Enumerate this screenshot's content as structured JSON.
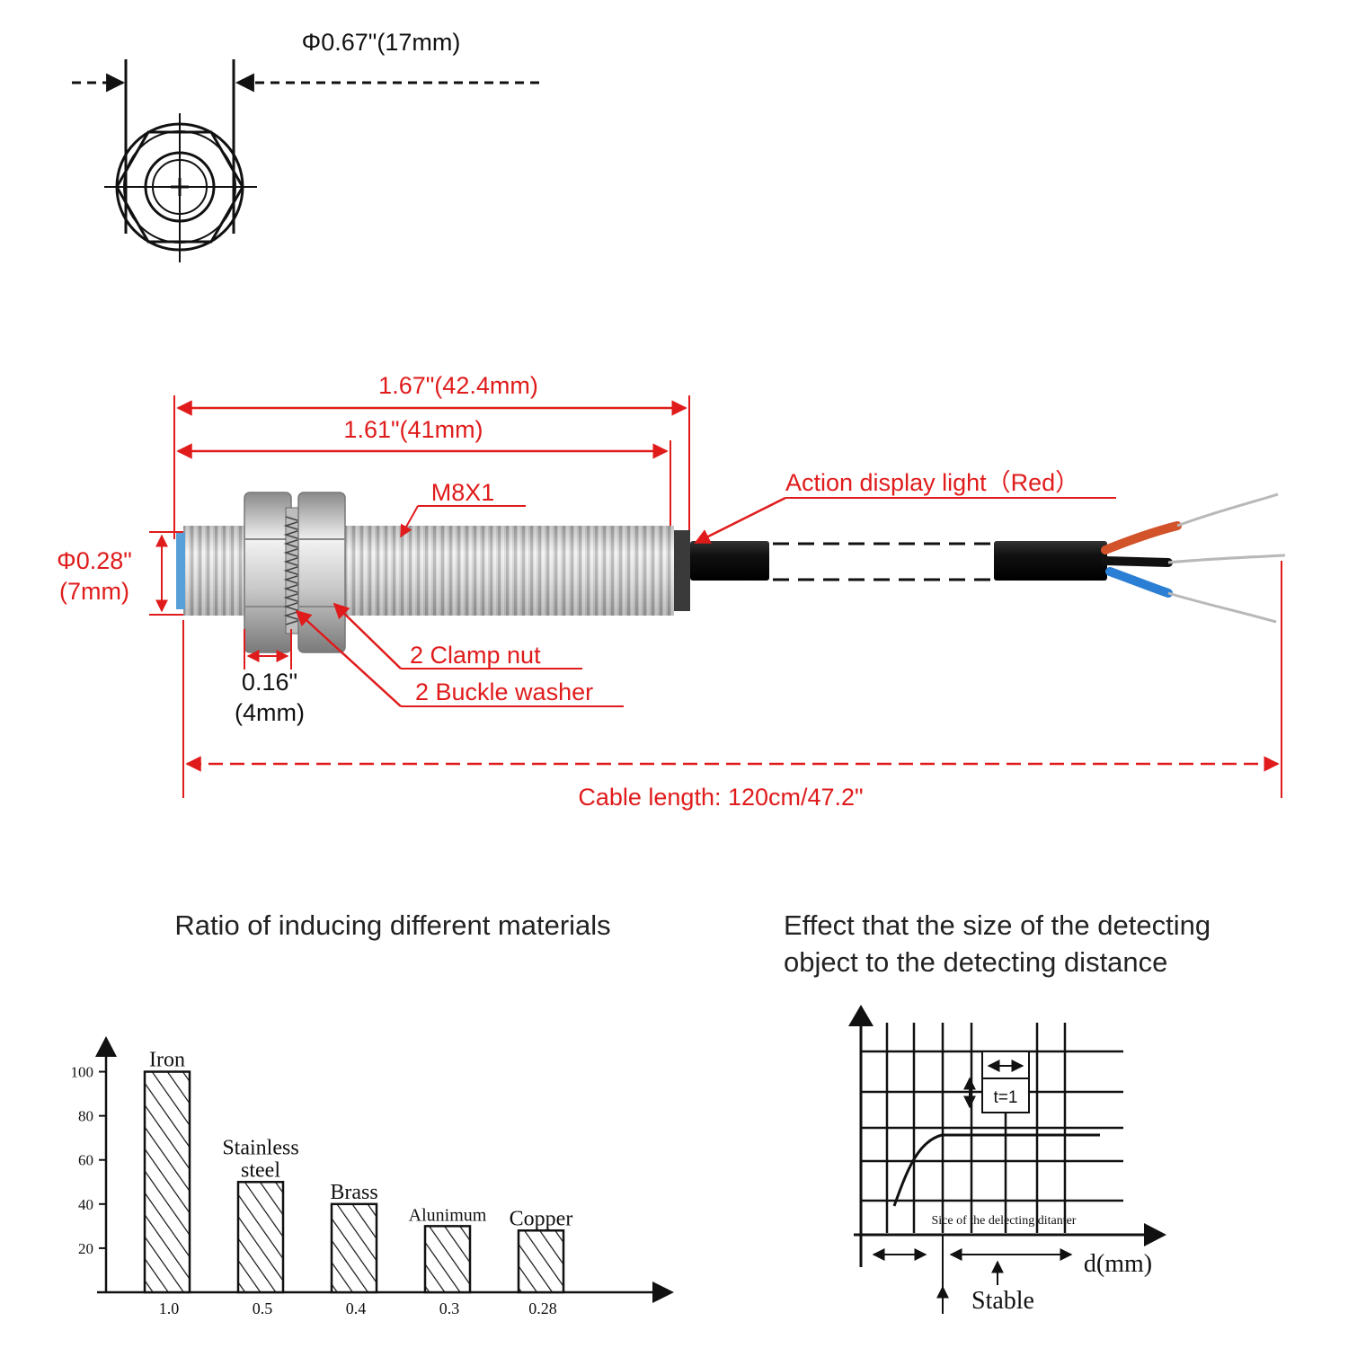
{
  "colors": {
    "annotation_red": "#e01b1b",
    "line_black": "#111111",
    "metal_light": "#e8e8e8",
    "metal_dark": "#8a8a8a",
    "sensor_face_blue": "#5aa0d8",
    "cable_black": "#0c0c0c",
    "wire_red": "#d2522a",
    "wire_blue": "#2a7fd4"
  },
  "top_view": {
    "diameter_label": "Φ0.67\"(17mm)"
  },
  "side_view": {
    "total_length_label": "1.67\"(42.4mm)",
    "thread_length_label": "1.61\"(41mm)",
    "thread_label": "M8X1",
    "action_light_label": "Action display light（Red）",
    "head_diameter_label_line1": "Φ0.28\"",
    "head_diameter_label_line2": "(7mm)",
    "clamp_nut_label": "2 Clamp nut",
    "buckle_washer_label": "2 Buckle washer",
    "nut_width_label_line1": "0.16\"",
    "nut_width_label_line2": "(4mm)",
    "cable_length_label": "Cable length: 120cm/47.2\""
  },
  "materials_chart": {
    "title": "Ratio of inducing different materials",
    "chart_data": {
      "type": "bar",
      "categories": [
        "Iron",
        "Stainless steel",
        "Brass",
        "Alunimum",
        "Copper"
      ],
      "category_lines": [
        [
          "Iron"
        ],
        [
          "Stainless",
          "steel"
        ],
        [
          "Brass"
        ],
        [
          "Alunimum"
        ],
        [
          "Copper"
        ]
      ],
      "values": [
        100,
        50,
        40,
        30,
        28
      ],
      "ratio_labels": [
        "1.0",
        "0.5",
        "0.4",
        "0.3",
        "0.28"
      ],
      "y_ticks": [
        20,
        40,
        60,
        80,
        100
      ],
      "ylim": [
        0,
        110
      ],
      "grid": false,
      "bar_fill": "diagonal hatch"
    }
  },
  "distance_chart": {
    "title_line1": "Effect that the size of the detecting",
    "title_line2": "object to the detecting distance",
    "marker_label": "t=1",
    "curve_label": "Sice of the delecting ditanter",
    "x_axis_label": "d(mm)",
    "stable_label": "Stable"
  }
}
